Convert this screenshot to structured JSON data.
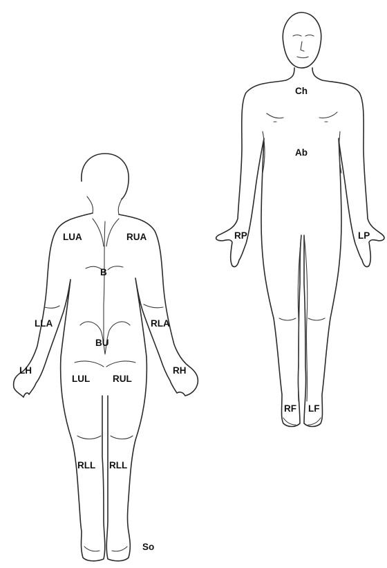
{
  "diagram": {
    "posterior_figure": {
      "labels": {
        "left_upper_arm": "LUA",
        "right_upper_arm": "RUA",
        "back": "B",
        "left_lower_arm": "LLA",
        "right_lower_arm": "RLA",
        "buttocks": "BU",
        "left_hand": "LH",
        "right_hand": "RH",
        "left_upper_leg": "LUL",
        "right_upper_leg": "RUL",
        "left_lower_leg": "RLL",
        "right_lower_leg": "RLL",
        "soles": "So"
      }
    },
    "anterior_figure": {
      "labels": {
        "chest": "Ch",
        "abdomen": "Ab",
        "right_palm": "RP",
        "left_palm": "LP",
        "right_foot": "RF",
        "left_foot": "LF"
      }
    },
    "colors": {
      "line": "#2a2a2a",
      "label": "#111111",
      "background": "#ffffff"
    }
  }
}
